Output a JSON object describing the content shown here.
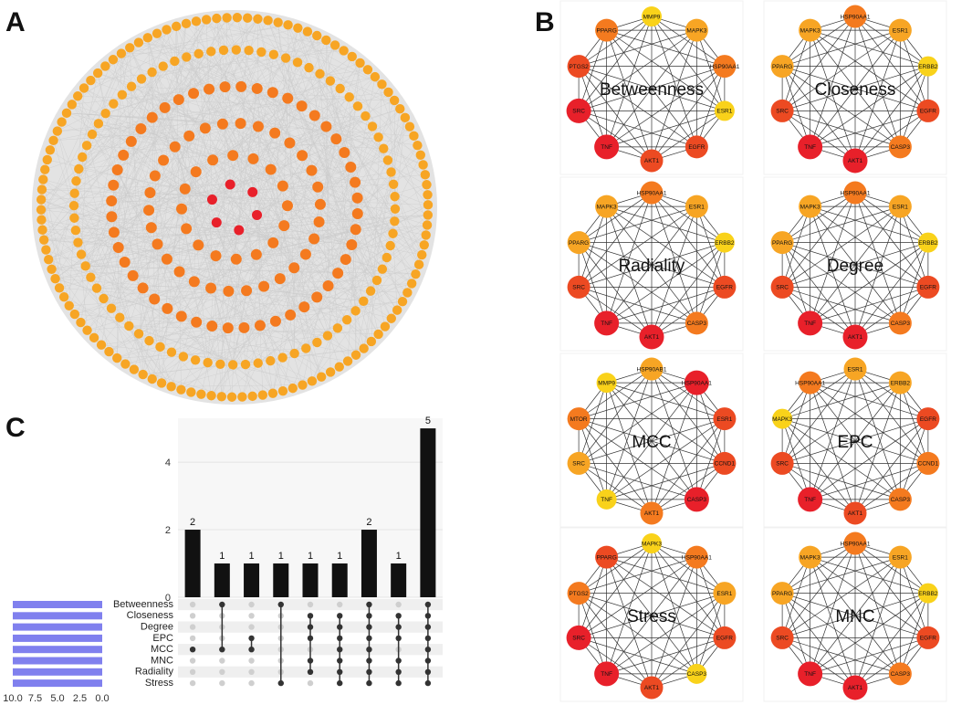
{
  "panels": {
    "a": {
      "letter": "A"
    },
    "b": {
      "letter": "B"
    },
    "c": {
      "letter": "C"
    }
  },
  "colors": {
    "red": "#e8202a",
    "redorange": "#ec4a22",
    "orange": "#f47a1f",
    "lightorange": "#f7a524",
    "yellow": "#f9d21a",
    "edge": "#c8c8c8",
    "bar": "#111111",
    "setbar": "#8080ee",
    "dot_on": "#333333",
    "dot_off": "#cfcfcf"
  },
  "networks": [
    {
      "title": "Betweenness",
      "nodes": [
        {
          "label": "MMP9",
          "color": "yellow"
        },
        {
          "label": "MAPK3",
          "color": "lightorange"
        },
        {
          "label": "HSP90AA1",
          "color": "orange"
        },
        {
          "label": "ESR1",
          "color": "yellow"
        },
        {
          "label": "EGFR",
          "color": "redorange"
        },
        {
          "label": "AKT1",
          "color": "redorange"
        },
        {
          "label": "TNF",
          "color": "red"
        },
        {
          "label": "SRC",
          "color": "red"
        },
        {
          "label": "PTGS2",
          "color": "redorange"
        },
        {
          "label": "PPARG",
          "color": "orange"
        }
      ]
    },
    {
      "title": "Closeness",
      "nodes": [
        {
          "label": "HSP90AA1",
          "color": "orange"
        },
        {
          "label": "ESR1",
          "color": "lightorange"
        },
        {
          "label": "ERBB2",
          "color": "yellow"
        },
        {
          "label": "EGFR",
          "color": "redorange"
        },
        {
          "label": "CASP3",
          "color": "orange"
        },
        {
          "label": "AKT1",
          "color": "red"
        },
        {
          "label": "TNF",
          "color": "red"
        },
        {
          "label": "SRC",
          "color": "redorange"
        },
        {
          "label": "PPARG",
          "color": "lightorange"
        },
        {
          "label": "MAPK3",
          "color": "lightorange"
        }
      ]
    },
    {
      "title": "Radiality",
      "nodes": [
        {
          "label": "HSP90AA1",
          "color": "orange"
        },
        {
          "label": "ESR1",
          "color": "lightorange"
        },
        {
          "label": "ERBB2",
          "color": "yellow"
        },
        {
          "label": "EGFR",
          "color": "redorange"
        },
        {
          "label": "CASP3",
          "color": "orange"
        },
        {
          "label": "AKT1",
          "color": "red"
        },
        {
          "label": "TNF",
          "color": "red"
        },
        {
          "label": "SRC",
          "color": "redorange"
        },
        {
          "label": "PPARG",
          "color": "lightorange"
        },
        {
          "label": "MAPK3",
          "color": "lightorange"
        }
      ]
    },
    {
      "title": "Degree",
      "nodes": [
        {
          "label": "HSP90AA1",
          "color": "orange"
        },
        {
          "label": "ESR1",
          "color": "lightorange"
        },
        {
          "label": "ERBB2",
          "color": "yellow"
        },
        {
          "label": "EGFR",
          "color": "redorange"
        },
        {
          "label": "CASP3",
          "color": "orange"
        },
        {
          "label": "AKT1",
          "color": "red"
        },
        {
          "label": "TNF",
          "color": "red"
        },
        {
          "label": "SRC",
          "color": "redorange"
        },
        {
          "label": "PPARG",
          "color": "lightorange"
        },
        {
          "label": "MAPK3",
          "color": "lightorange"
        }
      ]
    },
    {
      "title": "MCC",
      "nodes": [
        {
          "label": "HSP90AB1",
          "color": "lightorange"
        },
        {
          "label": "HSP90AA1",
          "color": "red"
        },
        {
          "label": "ESR1",
          "color": "redorange"
        },
        {
          "label": "CCND1",
          "color": "redorange"
        },
        {
          "label": "CASP3",
          "color": "red"
        },
        {
          "label": "AKT1",
          "color": "orange"
        },
        {
          "label": "TNF",
          "color": "yellow"
        },
        {
          "label": "SRC",
          "color": "lightorange"
        },
        {
          "label": "MTOR",
          "color": "orange"
        },
        {
          "label": "MMP9",
          "color": "yellow"
        }
      ]
    },
    {
      "title": "EPC",
      "nodes": [
        {
          "label": "ESR1",
          "color": "lightorange"
        },
        {
          "label": "ERBB2",
          "color": "lightorange"
        },
        {
          "label": "EGFR",
          "color": "redorange"
        },
        {
          "label": "CCND1",
          "color": "orange"
        },
        {
          "label": "CASP3",
          "color": "orange"
        },
        {
          "label": "AKT1",
          "color": "redorange"
        },
        {
          "label": "TNF",
          "color": "red"
        },
        {
          "label": "SRC",
          "color": "redorange"
        },
        {
          "label": "MAPK3",
          "color": "yellow"
        },
        {
          "label": "HSP90AA1",
          "color": "orange"
        }
      ]
    },
    {
      "title": "Stress",
      "nodes": [
        {
          "label": "MAPK3",
          "color": "yellow"
        },
        {
          "label": "HSP90AA1",
          "color": "orange"
        },
        {
          "label": "ESR1",
          "color": "lightorange"
        },
        {
          "label": "EGFR",
          "color": "redorange"
        },
        {
          "label": "CASP3",
          "color": "yellow"
        },
        {
          "label": "AKT1",
          "color": "redorange"
        },
        {
          "label": "TNF",
          "color": "red"
        },
        {
          "label": "SRC",
          "color": "red"
        },
        {
          "label": "PTGS2",
          "color": "orange"
        },
        {
          "label": "PPARG",
          "color": "redorange"
        }
      ]
    },
    {
      "title": "MNC",
      "nodes": [
        {
          "label": "HSP90AA1",
          "color": "orange"
        },
        {
          "label": "ESR1",
          "color": "lightorange"
        },
        {
          "label": "ERBB2",
          "color": "yellow"
        },
        {
          "label": "EGFR",
          "color": "redorange"
        },
        {
          "label": "CASP3",
          "color": "orange"
        },
        {
          "label": "AKT1",
          "color": "red"
        },
        {
          "label": "TNF",
          "color": "red"
        },
        {
          "label": "SRC",
          "color": "redorange"
        },
        {
          "label": "PPARG",
          "color": "lightorange"
        },
        {
          "label": "MAPK3",
          "color": "lightorange"
        }
      ]
    }
  ],
  "chart_data": {
    "type": "bar",
    "sets": [
      "Betweenness",
      "Closeness",
      "Degree",
      "EPC",
      "MCC",
      "MNC",
      "Radiality",
      "Stress"
    ],
    "set_sizes": [
      10,
      10,
      10,
      10,
      10,
      10,
      10,
      10
    ],
    "set_size_axis_ticks": [
      "10.0",
      "7.5",
      "5.0",
      "2.5",
      "0.0"
    ],
    "intersection_values": [
      2,
      1,
      1,
      1,
      1,
      1,
      2,
      1,
      5
    ],
    "intersection_labels": [
      "2",
      "1",
      "1",
      "1",
      "1",
      "1",
      "2",
      "1",
      "5"
    ],
    "intersections": [
      [
        "MCC"
      ],
      [
        "Betweenness",
        "MCC"
      ],
      [
        "EPC",
        "MCC"
      ],
      [
        "Betweenness",
        "Stress"
      ],
      [
        "EPC",
        "MNC",
        "Radiality",
        "Degree",
        "Closeness"
      ],
      [
        "EPC",
        "MCC",
        "MNC",
        "Radiality",
        "Degree",
        "Closeness",
        "Stress"
      ],
      [
        "Betweenness",
        "Closeness",
        "Degree",
        "EPC",
        "MCC",
        "MNC",
        "Radiality",
        "Stress"
      ],
      [
        "Closeness",
        "Degree",
        "EPC",
        "MNC",
        "Radiality",
        "Stress"
      ],
      [
        "Betweenness",
        "Closeness",
        "Degree",
        "EPC",
        "MCC",
        "MNC",
        "Radiality",
        "Stress"
      ]
    ],
    "yticks": [
      "0",
      "2",
      "4"
    ],
    "ylim": [
      0,
      5.3
    ]
  }
}
